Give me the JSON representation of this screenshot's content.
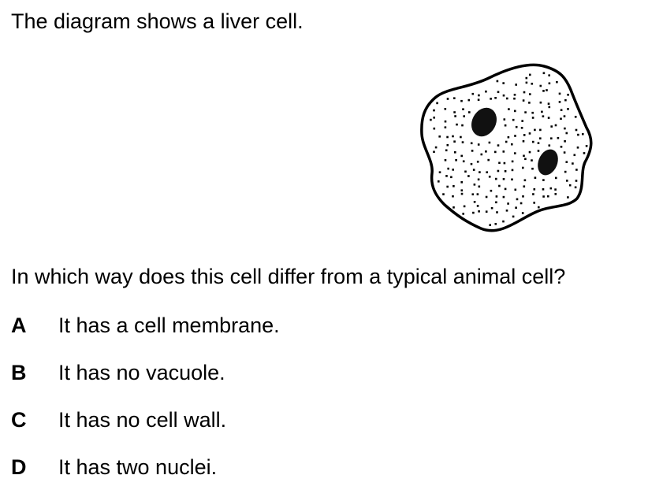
{
  "question": {
    "intro": "The diagram shows a liver cell.",
    "stem": "In which way does this cell differ from a typical animal cell?"
  },
  "options": [
    {
      "letter": "A",
      "text": "It has a cell membrane."
    },
    {
      "letter": "B",
      "text": "It has no vacuole."
    },
    {
      "letter": "C",
      "text": "It has no cell wall."
    },
    {
      "letter": "D",
      "text": "It has two nuclei."
    }
  ],
  "diagram": {
    "subject": "liver cell",
    "nucleus_count": 2,
    "cytoplasm": "stippled",
    "colors": {
      "outline": "#000000",
      "fill": "#ffffff",
      "nucleus": "#111111"
    }
  }
}
